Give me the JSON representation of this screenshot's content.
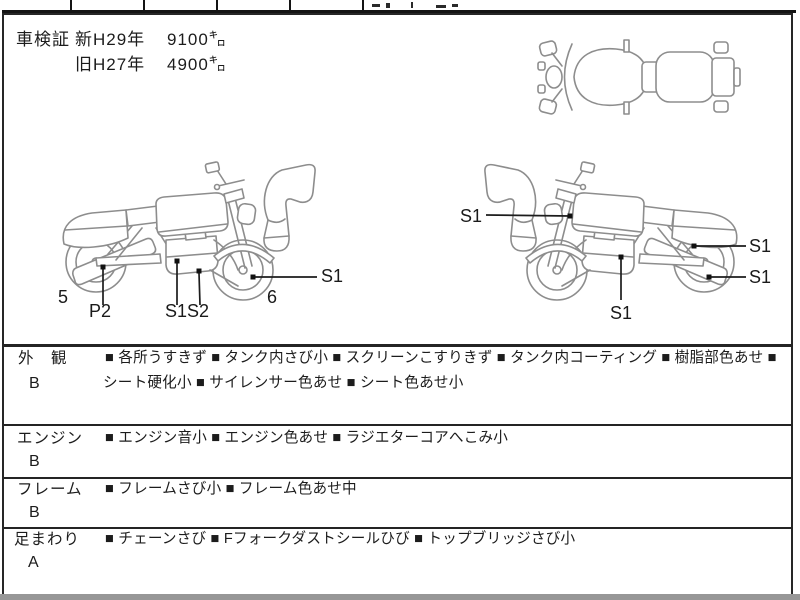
{
  "colors": {
    "ink": "#1c1c1c",
    "diagram_stroke": "#8d8d8d",
    "border": "#262626",
    "bottom_bar": "#979797"
  },
  "inspection": {
    "label": "車検証",
    "rows": [
      {
        "era": "新H29年",
        "odometer": "9100㌔"
      },
      {
        "era": "旧H27年",
        "odometer": "4900㌔"
      }
    ]
  },
  "sections": [
    {
      "label": "外　観",
      "grade": "B",
      "line1": "■ 各所うすきず ■ タンク内さび小 ■ スクリーンこすりきず ■ タンク内コーティング ■ 樹脂部色あせ ■",
      "line2": "シート硬化小 ■ サイレンサー色あせ ■ シート色あせ小"
    },
    {
      "label": "エンジン",
      "grade": "B",
      "line1": "■ エンジン音小 ■ エンジン色あせ ■ ラジエターコアへこみ小",
      "line2": ""
    },
    {
      "label": "フレーム",
      "grade": "B",
      "line1": "■ フレームさび小 ■ フレーム色あせ中",
      "line2": ""
    },
    {
      "label": "足まわり",
      "grade": "A",
      "line1": "■ チェーンさび ■ Fフォークダストシールひび ■ トップブリッジさび小",
      "line2": ""
    }
  ],
  "diagram": {
    "left": {
      "labels": {
        "wheel_rear_num": "5",
        "muffler": "P2",
        "engine": "S1",
        "exhaust": "S2",
        "wheel_front_num": "6",
        "wheel_front": "S1"
      }
    },
    "right": {
      "labels": {
        "fork": "S1",
        "shock": "S1",
        "wheel_rear": "S1",
        "engine": "S1"
      }
    }
  }
}
